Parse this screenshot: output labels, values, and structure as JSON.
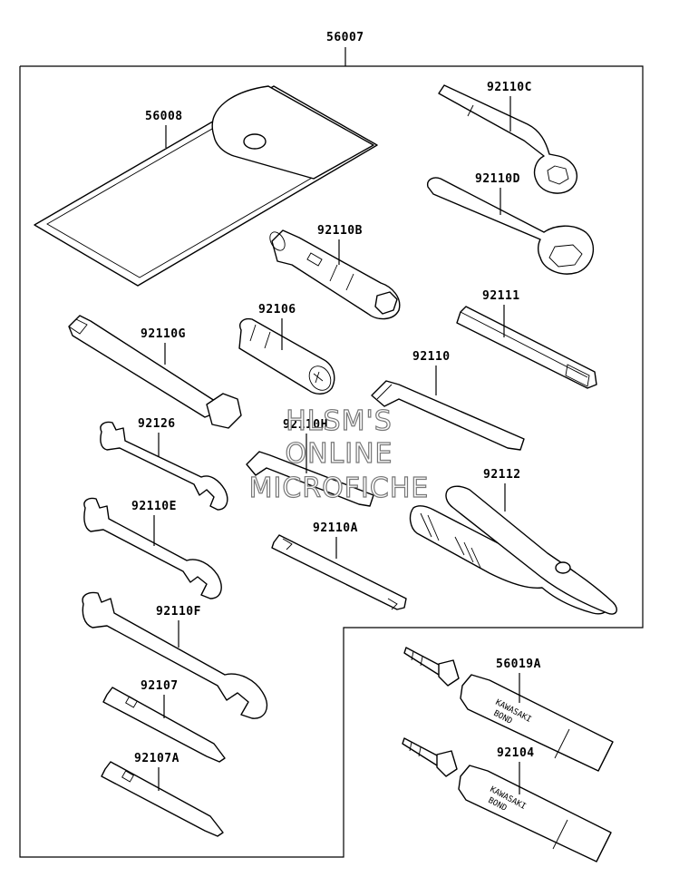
{
  "assembly_label": "56007",
  "watermark": {
    "line1": "HLSM'S",
    "line2": "ONLINE",
    "line3": "MICROFICHE"
  },
  "parts": [
    {
      "key": "56008",
      "name": "tool-bag"
    },
    {
      "key": "92110C",
      "name": "ring-wrench-c"
    },
    {
      "key": "92110D",
      "name": "ring-wrench-d"
    },
    {
      "key": "92110B",
      "name": "spark-plug-wrench"
    },
    {
      "key": "92111",
      "name": "wrench-handle"
    },
    {
      "key": "92106",
      "name": "socket-adapter"
    },
    {
      "key": "92110G",
      "name": "box-wrench-g"
    },
    {
      "key": "92110",
      "name": "hex-wrench-large"
    },
    {
      "key": "92126",
      "name": "open-wrench-small"
    },
    {
      "key": "92110H",
      "name": "hex-wrench-small"
    },
    {
      "key": "92112",
      "name": "pliers"
    },
    {
      "key": "92110E",
      "name": "open-wrench-e"
    },
    {
      "key": "92110A",
      "name": "flat-spanner-a"
    },
    {
      "key": "92110F",
      "name": "open-wrench-f"
    },
    {
      "key": "56019A",
      "name": "bond-tube-a"
    },
    {
      "key": "92107",
      "name": "screwdriver-bit"
    },
    {
      "key": "92104",
      "name": "bond-tube"
    },
    {
      "key": "92107A",
      "name": "screwdriver-bit-a"
    }
  ],
  "tube_print": {
    "line1": "KAWASAKI",
    "line2": "BOND"
  }
}
